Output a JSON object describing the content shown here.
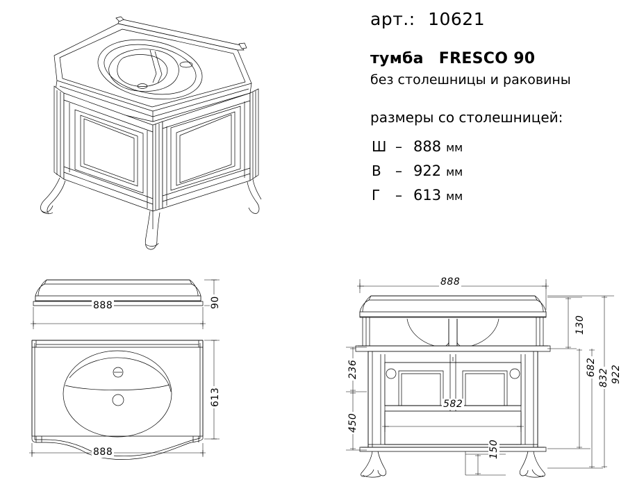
{
  "info": {
    "article_label": "арт.:",
    "article_number": "10621",
    "product_type": "тумба",
    "product_name": "FRESCO 90",
    "subtitle": "без столешницы и раковины",
    "dimensions_heading": "размеры со столешницей:",
    "dimension_rows": [
      {
        "key": "Ш",
        "dash": "–",
        "value": "888",
        "unit": "мм"
      },
      {
        "key": "В",
        "dash": "–",
        "value": "922",
        "unit": "мм"
      },
      {
        "key": "Г",
        "dash": "–",
        "value": "613",
        "unit": "мм"
      }
    ]
  },
  "views": {
    "isometric": {
      "name": "isometric-cabinet-view"
    },
    "countertop_edge": {
      "name": "countertop-edge-view"
    },
    "top_plan": {
      "name": "countertop-top-plan-view"
    },
    "front_elevation": {
      "name": "front-elevation-view"
    }
  },
  "dimension_labels": {
    "countertop_width": "888",
    "countertop_thickness": "90",
    "plan_depth": "613",
    "plan_width": "888",
    "front_width": "888",
    "top_band": "130",
    "upper_section": "236",
    "lower_section": "450",
    "door_span": "582",
    "leg_clearance": "150",
    "height_to_counter": "682",
    "height_to_top": "832",
    "total_height": "922"
  },
  "colors": {
    "line": "#000000",
    "accent_line": "#555555",
    "background": "#ffffff"
  }
}
